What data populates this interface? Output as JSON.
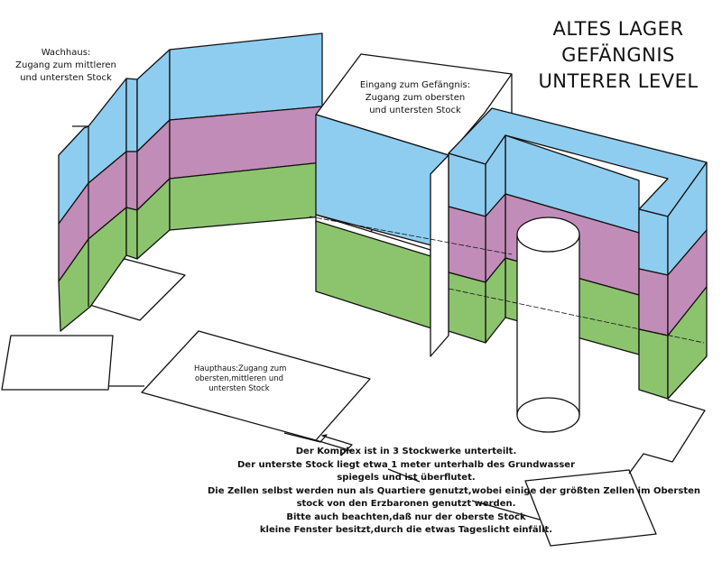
{
  "title": {
    "lines": [
      "ALTES LAGER",
      "GEFÄNGNIS",
      "UNTERER LEVEL"
    ]
  },
  "labels": {
    "wachhaus": [
      "Wachhaus:",
      "Zugang zum mittleren",
      "und untersten Stock"
    ],
    "eingang": [
      "Eingang zum Gefängnis:",
      "Zugang zum obersten",
      "und untersten Stock"
    ],
    "haupthaus": [
      "Haupthaus:Zugang zum",
      "obersten,mittleren und",
      "untersten Stock"
    ]
  },
  "description": [
    "Der Komplex ist in 3 Stockwerke unterteilt.",
    "Der unterste Stock liegt etwa 1 meter unterhalb des Grundwasser",
    "spiegels und ist überflutet.",
    "Die Zellen selbst werden nun als Quartiere genutzt,wobei einige der größten Zellen im Obersten",
    "stock von den Erzbaronen genutzt werden.",
    "Bitte auch beachten,daß nur der oberste Stock",
    "kleine Fenster besitzt,durch die etwas Tageslicht einfällt."
  ],
  "colors": {
    "upper": "#8ecdf0",
    "middle": "#c28cb8",
    "lower": "#8cc46e",
    "line": "#111111"
  }
}
